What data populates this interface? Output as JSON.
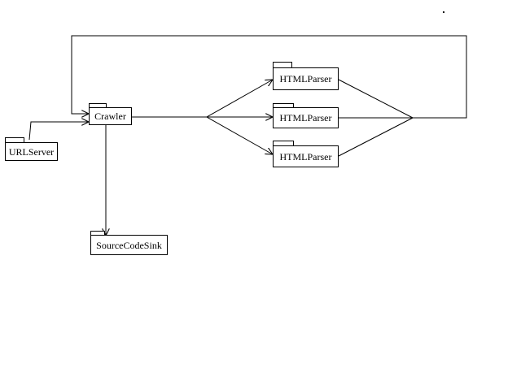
{
  "diagram": {
    "packages": {
      "url_server": {
        "label": "URLServer"
      },
      "crawler": {
        "label": "Crawler"
      },
      "html_parser_1": {
        "label": "HTMLParser"
      },
      "html_parser_2": {
        "label": "HTMLParser"
      },
      "html_parser_3": {
        "label": "HTMLParser"
      },
      "source_code_sink": {
        "label": "SourceCodeSink"
      }
    }
  }
}
